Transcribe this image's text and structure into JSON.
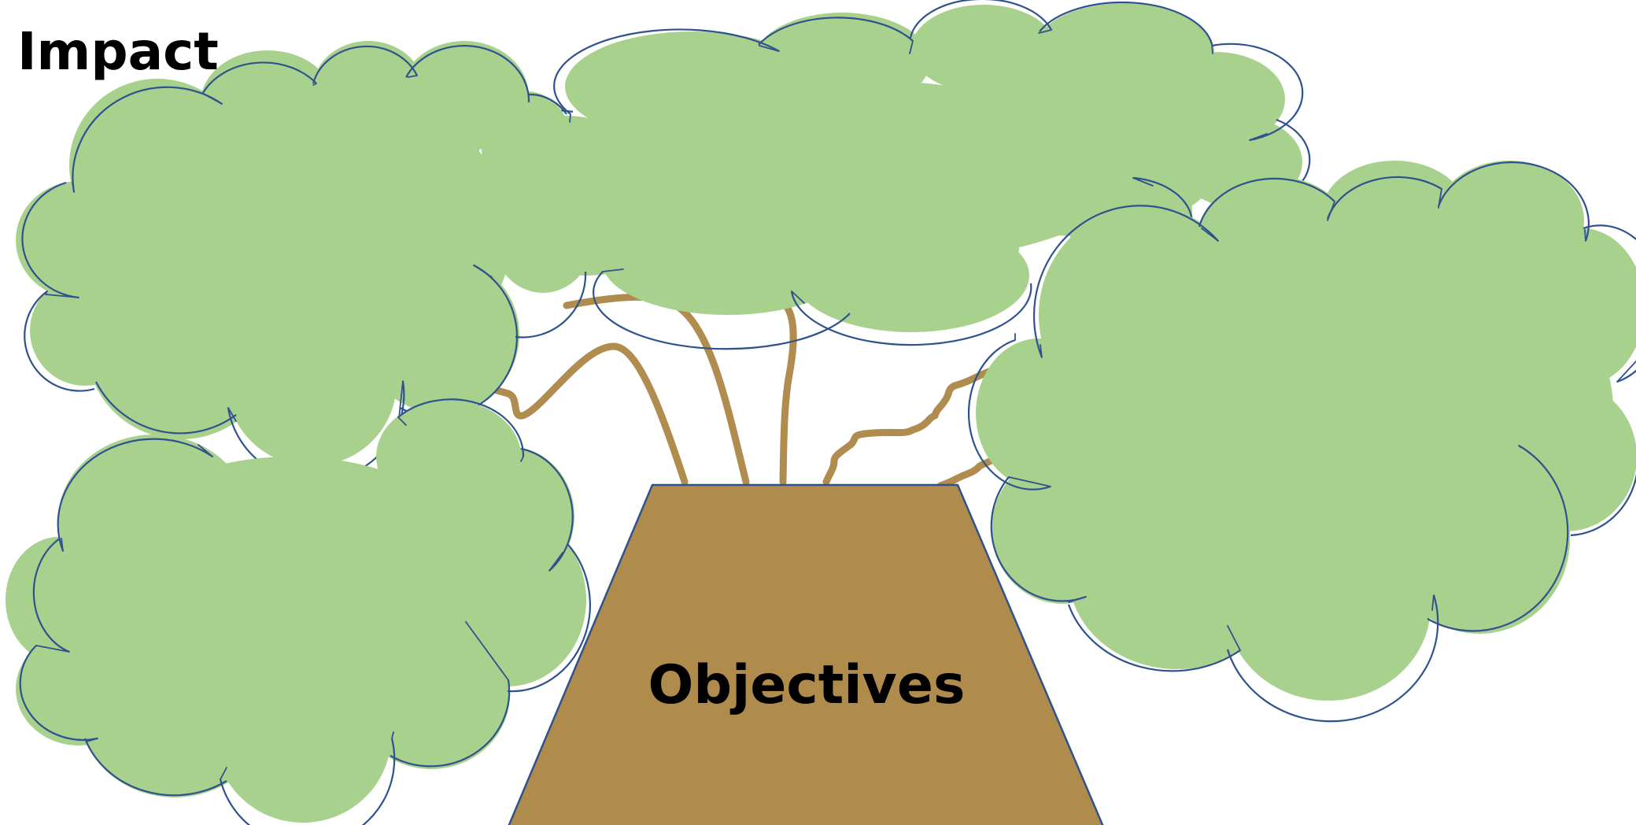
{
  "diagram": {
    "title": "Impact",
    "trunk_label": "Objectives",
    "colors": {
      "foliage": "#a8d18d",
      "outline": "#2f528f",
      "trunk": "#af8b4c",
      "branch": "#b08c4e",
      "text": "#000000"
    },
    "clouds": [
      {
        "name": "cloud-upper-left"
      },
      {
        "name": "cloud-lower-left"
      },
      {
        "name": "cloud-top-center"
      },
      {
        "name": "cloud-right"
      }
    ]
  }
}
